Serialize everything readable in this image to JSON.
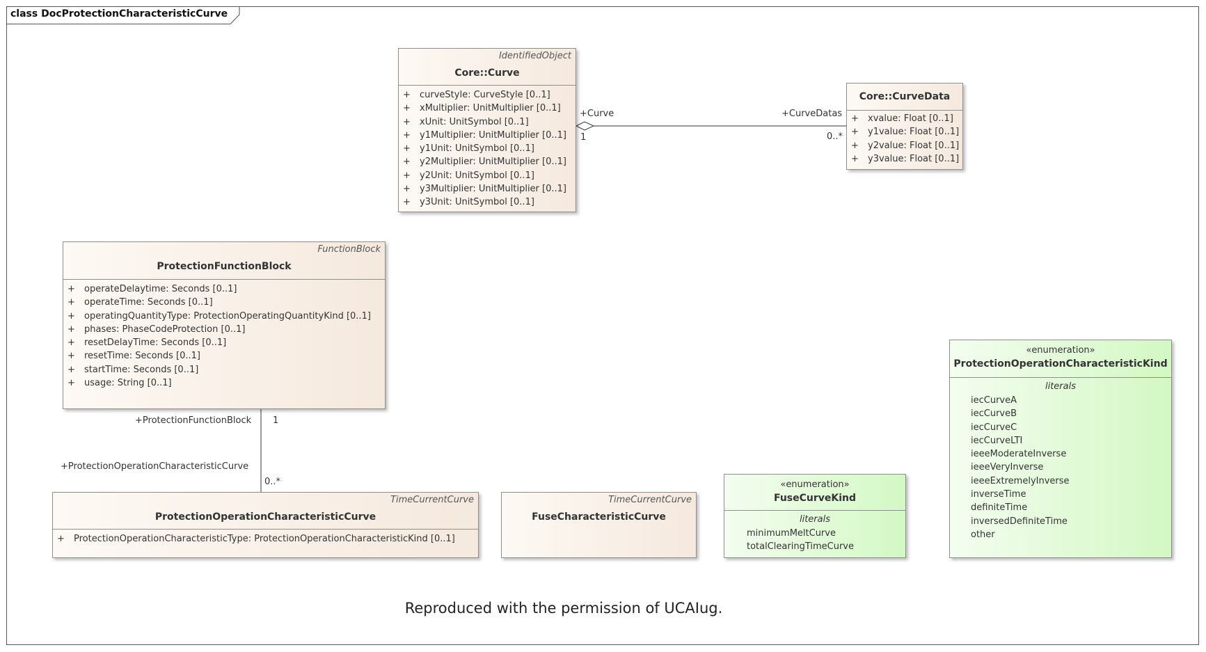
{
  "frame": {
    "title": "class DocProtectionCharacteristicCurve"
  },
  "curve": {
    "stereotype": "IdentifiedObject",
    "name": "Core::Curve",
    "attributes": [
      "curveStyle: CurveStyle [0..1]",
      "xMultiplier: UnitMultiplier [0..1]",
      "xUnit: UnitSymbol [0..1]",
      "y1Multiplier: UnitMultiplier [0..1]",
      "y1Unit: UnitSymbol [0..1]",
      "y2Multiplier: UnitMultiplier [0..1]",
      "y2Unit: UnitSymbol [0..1]",
      "y3Multiplier: UnitMultiplier [0..1]",
      "y3Unit: UnitSymbol [0..1]"
    ]
  },
  "curveData": {
    "name": "Core::CurveData",
    "attributes": [
      "xvalue: Float [0..1]",
      "y1value: Float [0..1]",
      "y2value: Float [0..1]",
      "y3value: Float [0..1]"
    ]
  },
  "pfb": {
    "stereotype": "FunctionBlock",
    "name": "ProtectionFunctionBlock",
    "attributes": [
      "operateDelaytime: Seconds [0..1]",
      "operateTime: Seconds [0..1]",
      "operatingQuantityType: ProtectionOperatingQuantityKind [0..1]",
      "phases: PhaseCodeProtection [0..1]",
      "resetDelayTime: Seconds [0..1]",
      "resetTime: Seconds [0..1]",
      "startTime: Seconds [0..1]",
      "usage: String [0..1]"
    ]
  },
  "pocc": {
    "stereotype": "TimeCurrentCurve",
    "name": "ProtectionOperationCharacteristicCurve",
    "attributes": [
      "ProtectionOperationCharacteristicType: ProtectionOperationCharacteristicKind [0..1]"
    ]
  },
  "fcc": {
    "stereotype": "TimeCurrentCurve",
    "name": "FuseCharacteristicCurve"
  },
  "fck": {
    "stereotype": "«enumeration»",
    "name": "FuseCurveKind",
    "literals_header": "literals",
    "literals": [
      "minimumMeltCurve",
      "totalClearingTimeCurve"
    ]
  },
  "pock": {
    "stereotype": "«enumeration»",
    "name": "ProtectionOperationCharacteristicKind",
    "literals_header": "literals",
    "literals": [
      "iecCurveA",
      "iecCurveB",
      "iecCurveC",
      "iecCurveLTI",
      "ieeeModerateInverse",
      "ieeeVeryInverse",
      "ieeeExtremelyInverse",
      "inverseTime",
      "definiteTime",
      "inversedDefiniteTime",
      "other"
    ]
  },
  "assoc1": {
    "source_role": "+Curve",
    "source_mult": "1",
    "target_role": "+CurveDatas",
    "target_mult": "0..*"
  },
  "assoc2": {
    "source_role": "+ProtectionFunctionBlock",
    "source_mult": "1",
    "target_role": "+ProtectionOperationCharacteristicCurve",
    "target_mult": "0..*"
  },
  "note": "Reproduced with the permission of UCAIug.",
  "colors": {
    "class_fill": "#f5e9de",
    "enum_fill": "#d3f8c4",
    "border": "#8e8e8e"
  }
}
